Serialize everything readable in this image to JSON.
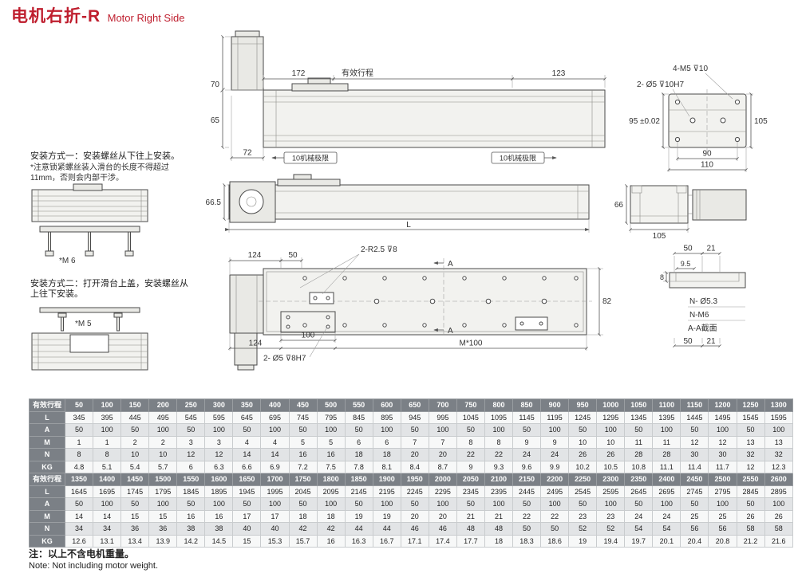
{
  "title": {
    "zh": "电机右折-R",
    "en": "Motor Right Side"
  },
  "colors": {
    "accent_red": "#bf1e2e",
    "table_header_bg": "#7b8086",
    "row_shade": "#e2e4e6"
  },
  "left_panel": {
    "method1_title": "安装方式一：安装螺丝从下往上安装。",
    "method1_note": "*注意锁紧螺丝装入滑台的长度不得超过11mm，否则会内部干涉。",
    "m6_label": "*M 6",
    "method2_title": "安装方式二：打开滑台上盖，安装螺丝从上往下安装。",
    "m5_label": "*M 5"
  },
  "drawings": {
    "front": {
      "dim_172": "172",
      "stroke_label": "有效行程",
      "dim_123": "123",
      "dim_70": "70",
      "dim_65": "65",
      "dim_72": "72",
      "mech_limit": "10机械极限"
    },
    "end_top": {
      "label_m5": "4-M5 ⊽10",
      "label_phi5": "2- Ø5 ⊽10H7",
      "dim_95": "95 ±0.02",
      "dim_105": "105",
      "dim_90": "90",
      "dim_110": "110"
    },
    "side": {
      "dim_66_5": "66.5",
      "dim_L": "L"
    },
    "end_mid": {
      "dim_66": "66",
      "dim_105": "105"
    },
    "plan": {
      "dim_124_top": "124",
      "dim_50_top": "50",
      "label_r25": "2-R2.5 ⊽8",
      "sec_a": "A",
      "dim_50_rt": "50",
      "dim_21_rt": "21",
      "dim_82": "82",
      "dim_100": "100",
      "dim_124_bot": "124",
      "dim_m100": "M*100",
      "label_phi5": "2- Ø5 ⊽8H7",
      "dim_50_rb": "50",
      "dim_21_rb": "21"
    },
    "section": {
      "dim_9_5": "9.5",
      "dim_8": "8",
      "label_n53": "N- Ø5.3",
      "label_nm6": "N-M6",
      "label_aa": "A-A截面"
    }
  },
  "table": {
    "banks": [
      {
        "rows": [
          {
            "label": "有效行程",
            "head": true,
            "values": [
              50,
              100,
              150,
              200,
              250,
              300,
              350,
              400,
              450,
              500,
              550,
              600,
              650,
              700,
              750,
              800,
              850,
              900,
              950,
              1000,
              1050,
              1100,
              1150,
              1200,
              1250,
              1300
            ]
          },
          {
            "label": "L",
            "values": [
              345,
              395,
              445,
              495,
              545,
              595,
              645,
              695,
              745,
              795,
              845,
              895,
              945,
              995,
              1045,
              1095,
              1145,
              1195,
              1245,
              1295,
              1345,
              1395,
              1445,
              1495,
              1545,
              1595
            ]
          },
          {
            "label": "A",
            "values": [
              50,
              100,
              50,
              100,
              50,
              100,
              50,
              100,
              50,
              100,
              50,
              100,
              50,
              100,
              50,
              100,
              50,
              100,
              50,
              100,
              50,
              100,
              50,
              100,
              50,
              100
            ]
          },
          {
            "label": "M",
            "values": [
              1,
              1,
              2,
              2,
              3,
              3,
              4,
              4,
              5,
              5,
              6,
              6,
              7,
              7,
              8,
              8,
              9,
              9,
              10,
              10,
              11,
              11,
              12,
              12,
              13,
              13
            ]
          },
          {
            "label": "N",
            "values": [
              8,
              8,
              10,
              10,
              12,
              12,
              14,
              14,
              16,
              16,
              18,
              18,
              20,
              20,
              22,
              22,
              24,
              24,
              26,
              26,
              28,
              28,
              30,
              30,
              32,
              32
            ]
          },
          {
            "label": "KG",
            "values": [
              4.8,
              5.1,
              5.4,
              5.7,
              6,
              6.3,
              6.6,
              6.9,
              7.2,
              7.5,
              7.8,
              8.1,
              8.4,
              8.7,
              9,
              9.3,
              9.6,
              9.9,
              10.2,
              10.5,
              10.8,
              11.1,
              11.4,
              11.7,
              12,
              12.3
            ]
          }
        ]
      },
      {
        "rows": [
          {
            "label": "有效行程",
            "head": true,
            "values": [
              1350,
              1400,
              1450,
              1500,
              1550,
              1600,
              1650,
              1700,
              1750,
              1800,
              1850,
              1900,
              1950,
              2000,
              2050,
              2100,
              2150,
              2200,
              2250,
              2300,
              2350,
              2400,
              2450,
              2500,
              2550,
              2600
            ]
          },
          {
            "label": "L",
            "values": [
              1645,
              1695,
              1745,
              1795,
              1845,
              1895,
              1945,
              1995,
              2045,
              2095,
              2145,
              2195,
              2245,
              2295,
              2345,
              2395,
              2445,
              2495,
              2545,
              2595,
              2645,
              2695,
              2745,
              2795,
              2845,
              2895
            ]
          },
          {
            "label": "A",
            "values": [
              50,
              100,
              50,
              100,
              50,
              100,
              50,
              100,
              50,
              100,
              50,
              100,
              50,
              100,
              50,
              100,
              50,
              100,
              50,
              100,
              50,
              100,
              50,
              100,
              50,
              100
            ]
          },
          {
            "label": "M",
            "values": [
              14,
              14,
              15,
              15,
              16,
              16,
              17,
              17,
              18,
              18,
              19,
              19,
              20,
              20,
              21,
              21,
              22,
              22,
              23,
              23,
              24,
              24,
              25,
              25,
              26,
              26
            ]
          },
          {
            "label": "N",
            "values": [
              34,
              34,
              36,
              36,
              38,
              38,
              40,
              40,
              42,
              42,
              44,
              44,
              46,
              46,
              48,
              48,
              50,
              50,
              52,
              52,
              54,
              54,
              56,
              56,
              58,
              58
            ]
          },
          {
            "label": "KG",
            "values": [
              12.6,
              13.1,
              13.4,
              13.9,
              14.2,
              14.5,
              15,
              15.3,
              15.7,
              16,
              16.3,
              16.7,
              17.1,
              17.4,
              17.7,
              18,
              18.3,
              18.6,
              19,
              19.4,
              19.7,
              20.1,
              20.4,
              20.8,
              21.2,
              21.6
            ]
          }
        ]
      }
    ]
  },
  "notes": {
    "zh": "注：以上不含电机重量。",
    "en": "Note: Not including motor weight."
  }
}
